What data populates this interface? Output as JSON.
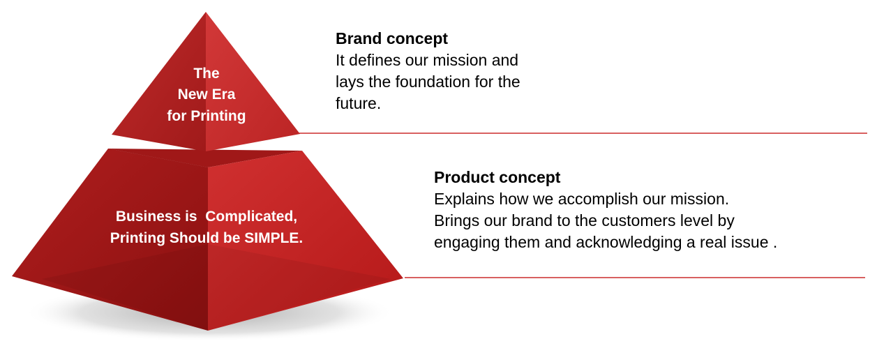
{
  "colors": {
    "pyramid_light": "#c62b2b",
    "pyramid_dark": "#9c1515",
    "separator": "#c00000",
    "text_on_pyramid": "#ffffff"
  },
  "pyramid": {
    "top_lines": [
      "The",
      "New Era",
      "for Printing"
    ],
    "base_lines": [
      "Business is  Complicated,",
      "Printing Should be SIMPLE."
    ]
  },
  "concepts": [
    {
      "title": "Brand concept",
      "lines": [
        "It defines our mission and",
        "lays the foundation for the",
        "future."
      ]
    },
    {
      "title": "Product concept",
      "lines": [
        "Explains how we accomplish our mission.",
        "Brings our brand to the customers level by",
        "engaging them and acknowledging a real issue ."
      ]
    }
  ]
}
